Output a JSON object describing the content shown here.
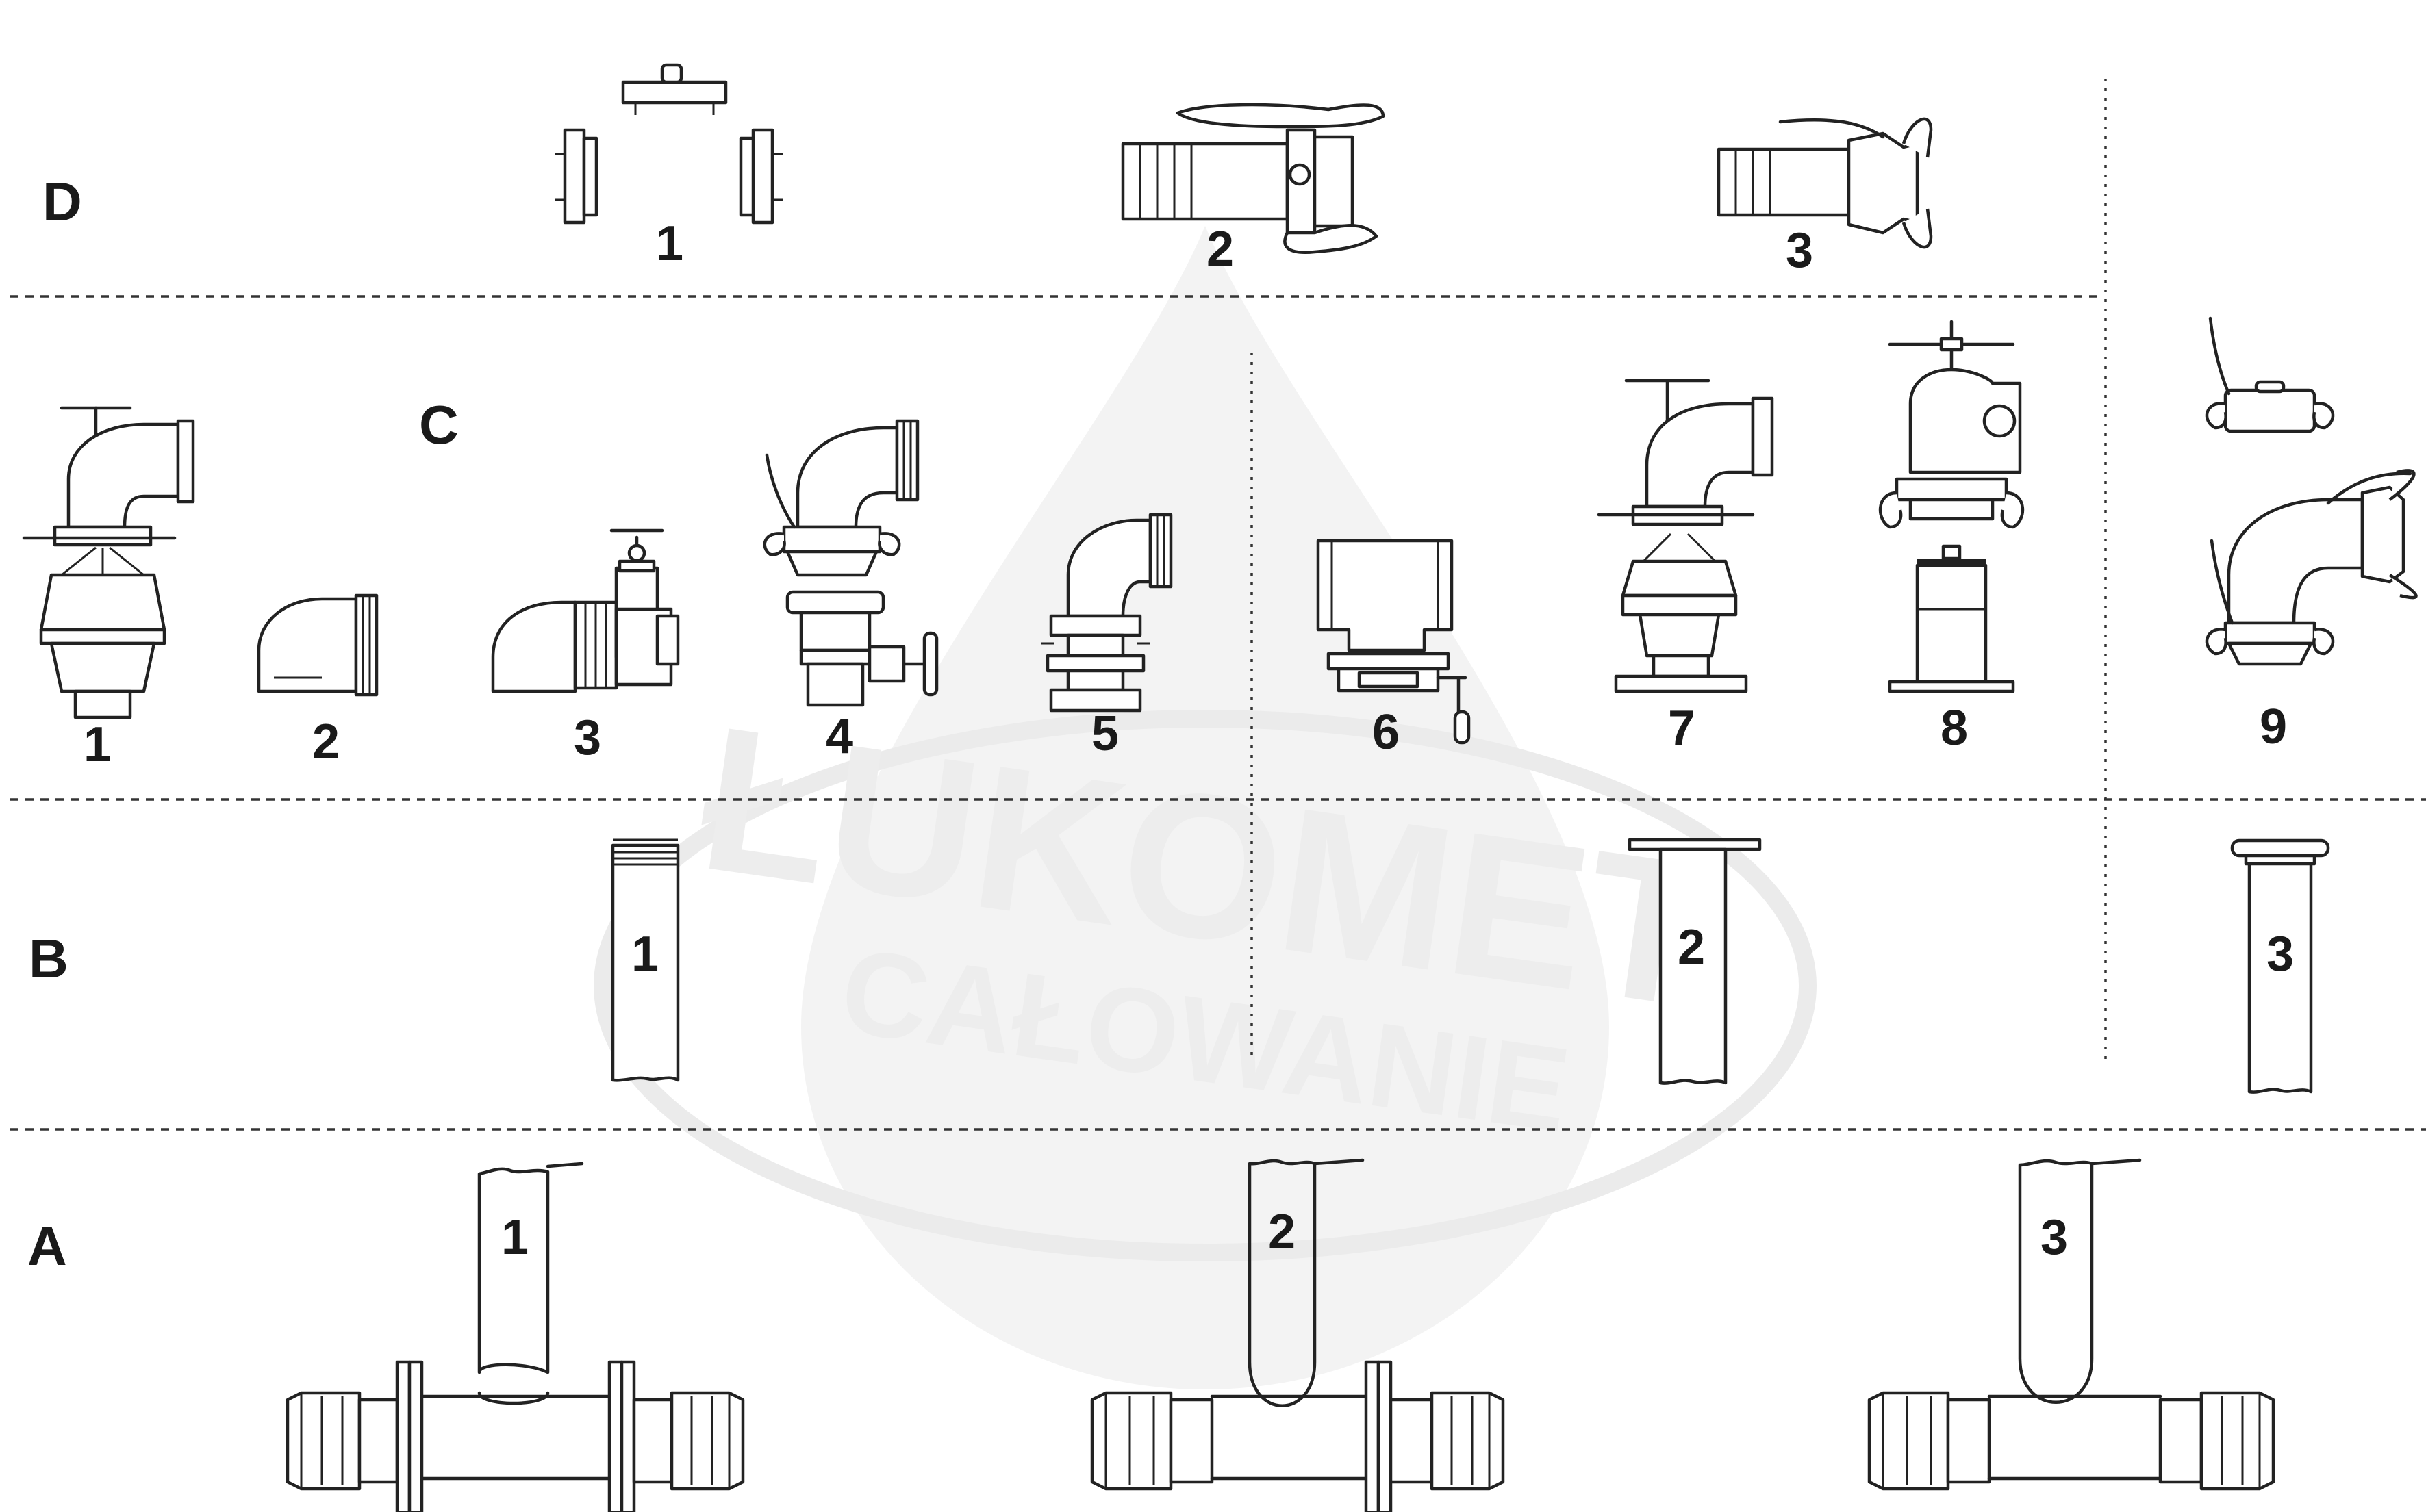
{
  "watermark": {
    "line1": "ŁUKOMET",
    "line2": "CAŁOWANIE"
  },
  "rows": {
    "D": {
      "label": "D",
      "items": [
        "1",
        "2",
        "3"
      ]
    },
    "C": {
      "label": "C",
      "items": [
        "1",
        "2",
        "3",
        "4",
        "5",
        "6",
        "7",
        "8",
        "9"
      ]
    },
    "B": {
      "label": "B",
      "items": [
        "1",
        "2",
        "3"
      ]
    },
    "A": {
      "label": "A",
      "items": [
        "1",
        "2",
        "3"
      ]
    }
  }
}
